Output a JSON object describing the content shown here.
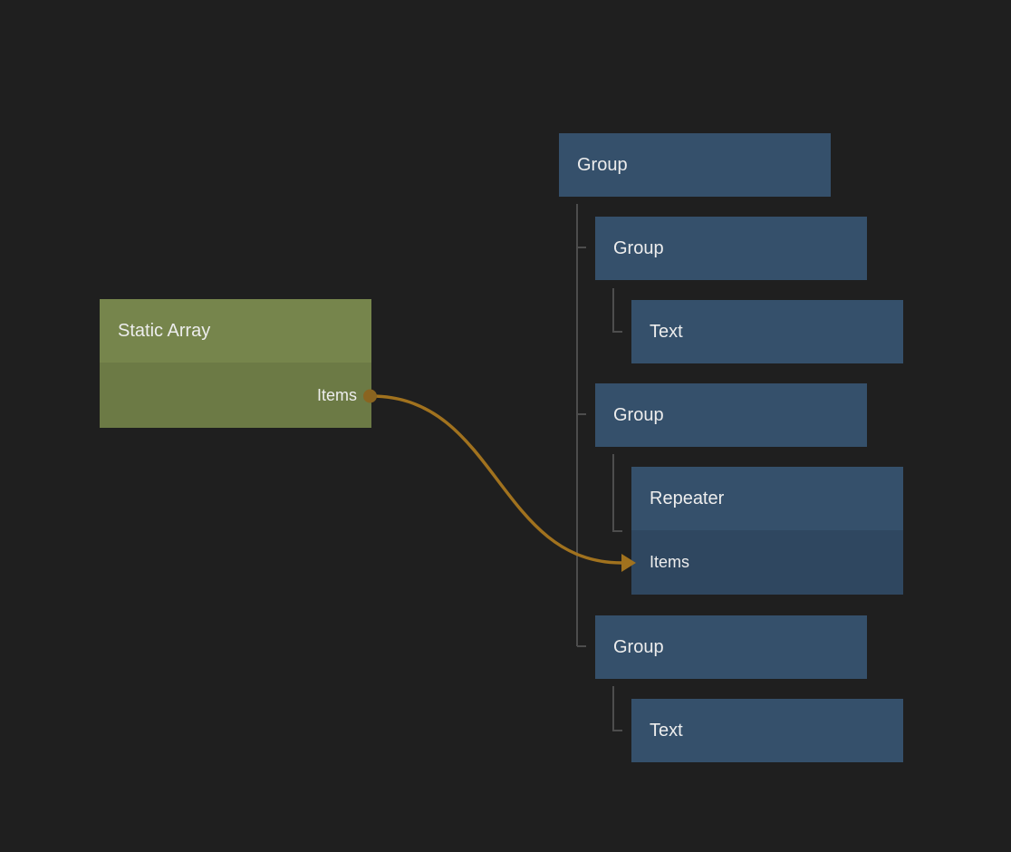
{
  "canvas": {
    "type": "node-graph-editor"
  },
  "colors": {
    "background": "#1f1f1f",
    "node_blue_header": "#35506b",
    "node_blue_row": "#2f4760",
    "node_green_header": "#76854c",
    "node_green_row": "#6c7a45",
    "tree_line": "#4d4d4d",
    "wire": "#a1721e",
    "port_dot": "#8a6420",
    "text": "#ededed"
  },
  "nodes": {
    "static_array": {
      "title": "Static Array",
      "output_port": "Items"
    },
    "group_root": {
      "title": "Group"
    },
    "group_child_1": {
      "title": "Group"
    },
    "text_1": {
      "title": "Text"
    },
    "group_child_2": {
      "title": "Group"
    },
    "repeater": {
      "title": "Repeater",
      "input_port": "Items"
    },
    "group_child_3": {
      "title": "Group"
    },
    "text_2": {
      "title": "Text"
    }
  },
  "connection": {
    "from_node": "Static Array",
    "from_port": "Items",
    "to_node": "Repeater",
    "to_port": "Items"
  }
}
